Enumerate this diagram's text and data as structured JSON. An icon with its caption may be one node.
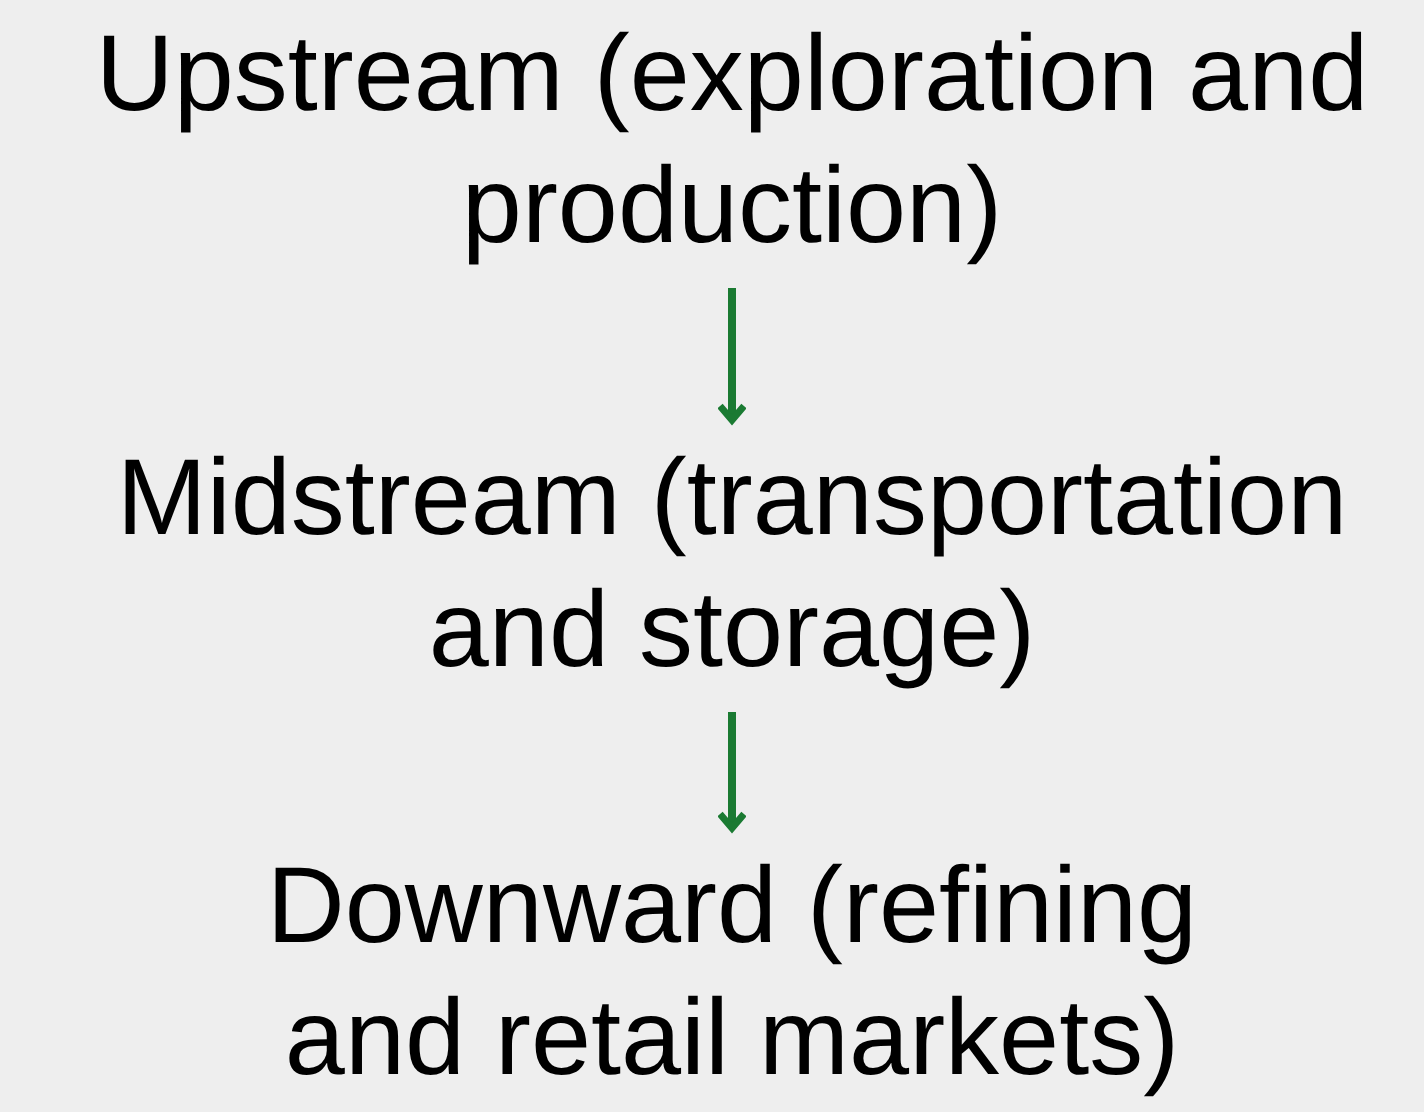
{
  "diagram": {
    "nodes": [
      {
        "text": [
          "Upstream (exploration and production)"
        ]
      },
      {
        "text": [
          "Midstream (transportation and storage)"
        ]
      },
      {
        "text": [
          "Downward (refining and retail markets)"
        ]
      }
    ],
    "edges": [
      {
        "from": 0,
        "to": 1,
        "arrow": "to"
      },
      {
        "from": 1,
        "to": 2,
        "arrow": "to"
      }
    ]
  }
}
